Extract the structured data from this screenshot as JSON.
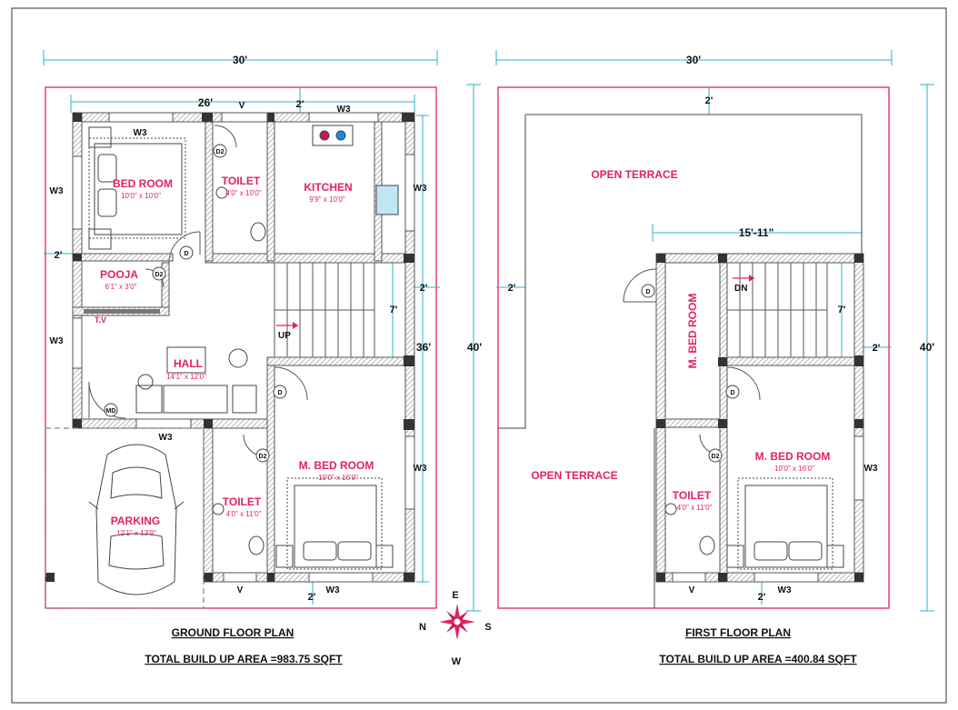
{
  "ground_floor": {
    "title": "GROUND FLOOR PLAN",
    "area": "TOTAL BUILD UP AREA =983.75 SQFT",
    "dims": {
      "width_outer": "30'",
      "width_inner": "26'",
      "setback_top": "2'",
      "setback_left": "2'",
      "setback_right": "2'",
      "setback_bottom": "2'",
      "depth_outer": "40'",
      "depth_inner": "36'",
      "stair": "7'"
    },
    "rooms": {
      "bed": {
        "name": "BED ROOM",
        "size": "10'0\" x 10'0\""
      },
      "toilet1": {
        "name": "TOILET",
        "size": "4'0\" x 10'0\""
      },
      "kitchen": {
        "name": "KITCHEN",
        "size": "9'9\" x 10'0\""
      },
      "pooja": {
        "name": "POOJA",
        "size": "6'1\" x 3'0\""
      },
      "hall": {
        "name": "HALL",
        "size": "14'1\" x 12'0\""
      },
      "master": {
        "name": "M. BED ROOM",
        "size": "10'0\" x 16'0\""
      },
      "toilet2": {
        "name": "TOILET",
        "size": "4'0\" x 11'0\""
      },
      "parking": {
        "name": "PARKING",
        "size": "12'1\" x 13'9\""
      }
    },
    "tags": {
      "w3": "W3",
      "v": "V",
      "d": "D",
      "d2": "D2",
      "md": "MD",
      "tv": "T.V",
      "up": "UP"
    }
  },
  "first_floor": {
    "title": "FIRST FLOOR PLAN",
    "area": "TOTAL BUILD UP AREA =400.84 SQFT",
    "dims": {
      "width_outer": "30'",
      "setback_top": "2'",
      "setback_left": "2'",
      "setback_right": "2'",
      "setback_bottom": "2'",
      "depth_outer": "40'",
      "inner_width": "15'-11\"",
      "stair": "7'"
    },
    "rooms": {
      "terrace1": {
        "name": "OPEN TERRACE"
      },
      "terrace2": {
        "name": "OPEN TERRACE"
      },
      "mbed_v": {
        "name": "M. BED ROOM"
      },
      "master": {
        "name": "M. BED ROOM",
        "size": "10'0\" x 16'0\""
      },
      "toilet": {
        "name": "TOILET",
        "size": "4'0\" x 11'0\""
      }
    },
    "tags": {
      "w3": "W3",
      "v": "V",
      "d": "D",
      "d2": "D2",
      "dn": "DN"
    }
  },
  "compass": {
    "n": "N",
    "s": "S",
    "e": "E",
    "w": "W"
  },
  "colors": {
    "boundary": "#e0245e",
    "dimension": "#2bb3c8",
    "wall": "#555555",
    "label": "#e0245e"
  }
}
